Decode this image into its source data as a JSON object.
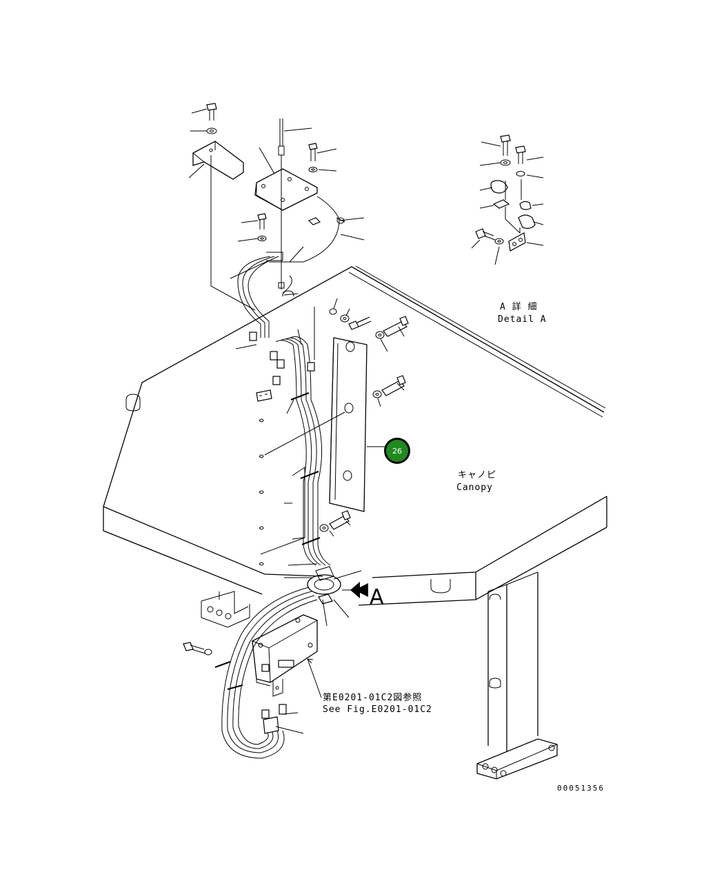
{
  "detail_a": {
    "title_jp": "A 詳 細",
    "title_en": "Detail A"
  },
  "canopy": {
    "label_jp": "キャノピ",
    "label_en": "Canopy"
  },
  "view_marker": {
    "letter": "A"
  },
  "reference": {
    "label_jp": "第E0201-01C2図参照",
    "label_en": "See Fig.E0201-01C2"
  },
  "callouts": [
    {
      "number": "26",
      "color": "#1f8a1f"
    }
  ],
  "drawing_number": "00051356"
}
